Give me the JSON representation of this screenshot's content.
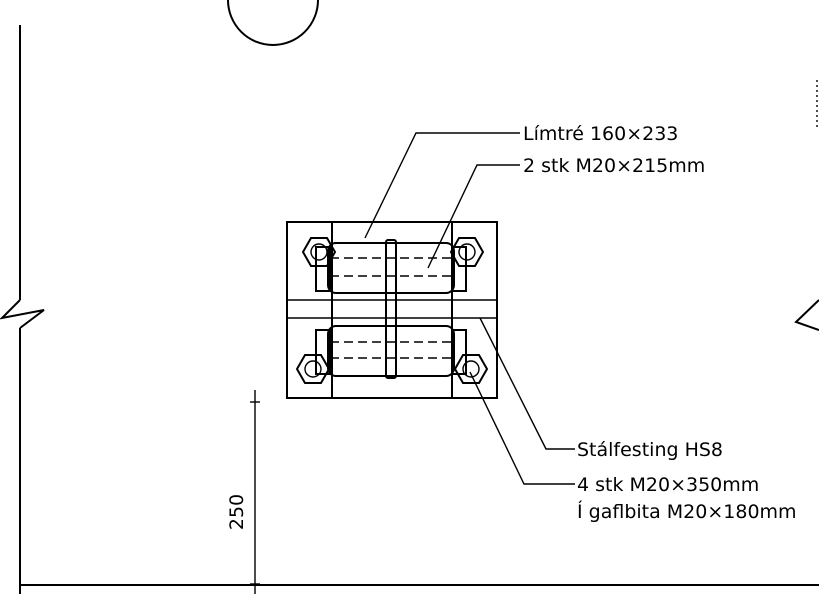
{
  "labels": {
    "glulam": "Límtré 160×233",
    "through_bolts": "2 stk M20×215mm",
    "steel_bracket": "Stálfesting HS8",
    "anchor_bolts": "4 stk M20×350mm",
    "anchor_bolts_note": "Í gaflbita M20×180mm",
    "dimension": "250"
  }
}
